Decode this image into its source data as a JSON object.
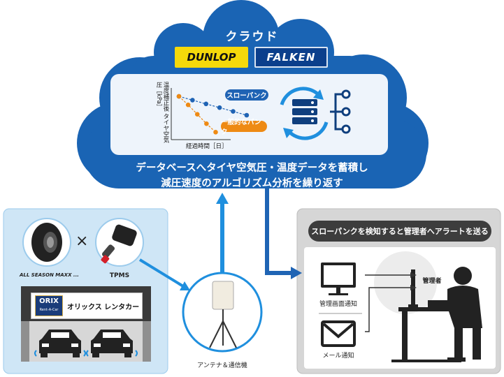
{
  "cloud": {
    "title": "クラウド",
    "brands": [
      "DUNLOP",
      "FALKEN"
    ],
    "text_line1": "データベースへタイヤ空気圧・温度データを蓄積し",
    "text_line2": "減圧速度のアルゴリズム分析を繰り返す"
  },
  "chart": {
    "y_label": "温度補正後 タイヤ空気圧［kPa］",
    "x_label": "経過時間［日］",
    "series": [
      {
        "name": "スローパンク",
        "color": "#1f63b4",
        "values": [
          4,
          3.6,
          3.2,
          2.8,
          2.4,
          2.0
        ]
      },
      {
        "name": "一般的なパンク",
        "color": "#ee8a14",
        "values": [
          4,
          3.1,
          2.1,
          1.1,
          0.2
        ]
      }
    ]
  },
  "tire_panel": {
    "tire_label": "ALL SEASON MAXX ...",
    "times_symbol": "×",
    "sensor_label": "TPMS",
    "sign_logo": "ORIX",
    "sign_logo_sub": "Rent-A-Car",
    "sign_text": "オリックス レンタカー"
  },
  "antenna": {
    "label": "アンテナ＆通信機"
  },
  "alert_panel": {
    "banner": "スローパンクを検知すると管理者へアラートを送る",
    "screen_label": "管理画面通知",
    "mail_label": "メール通知",
    "admin_label": "管理者"
  },
  "colors": {
    "cloud": "#1a64b4",
    "cloud_inner": "#eef4fb",
    "arrow": "#1f8fde",
    "panel_left": "#cfe6f6",
    "panel_right": "#d9d9d9"
  }
}
